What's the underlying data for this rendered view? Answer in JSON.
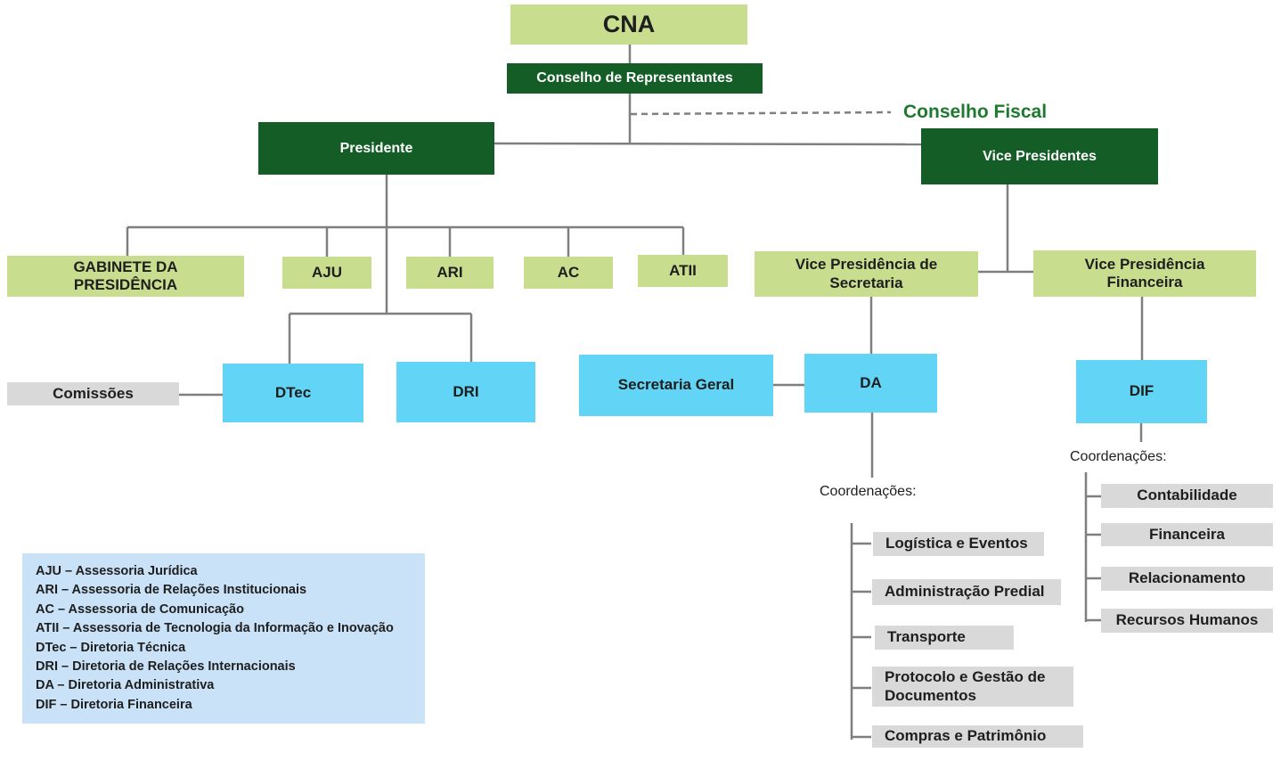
{
  "nodes": {
    "cna": "CNA",
    "conselho_representantes": "Conselho de Representantes",
    "conselho_fiscal": "Conselho Fiscal",
    "presidente": "Presidente",
    "vice_presidentes": "Vice Presidentes",
    "gabinete": "GABINETE DA PRESIDÊNCIA",
    "aju": "AJU",
    "ari": "ARI",
    "ac": "AC",
    "atii": "ATII",
    "vp_secretaria": "Vice Presidência de Secretaria",
    "vp_financeira": "Vice Presidência Financeira",
    "comissoes": "Comissões",
    "dtec": "DTec",
    "dri": "DRI",
    "secretaria_geral": "Secretaria Geral",
    "da": "DA",
    "dif": "DIF"
  },
  "da_coordenacoes": {
    "heading": "Coordenações:",
    "items": [
      "Logística e Eventos",
      "Administração Predial",
      "Transporte",
      "Protocolo e Gestão de Documentos",
      "Compras e Patrimônio"
    ]
  },
  "dif_coordenacoes": {
    "heading": "Coordenações:",
    "items": [
      "Contabilidade",
      "Financeira",
      "Relacionamento",
      "Recursos Humanos"
    ]
  },
  "legend": [
    "AJU – Assessoria Jurídica",
    "ARI – Assessoria de Relações Institucionais",
    "AC – Assessoria de Comunicação",
    "ATII – Assessoria de Tecnologia da Informação e Inovação",
    "DTec – Diretoria Técnica",
    "DRI – Diretoria de Relações Internacionais",
    "DA – Diretoria Administrativa",
    "DIF – Diretoria Financeira"
  ],
  "colors": {
    "light_green": "#c9dd8e",
    "dark_green": "#155d27",
    "cyan": "#62d4f5",
    "gray": "#d9d9d9",
    "legend_bg": "#c9e2f8",
    "fiscal_text": "#1e7a2e",
    "connector": "#7f7f7f"
  }
}
